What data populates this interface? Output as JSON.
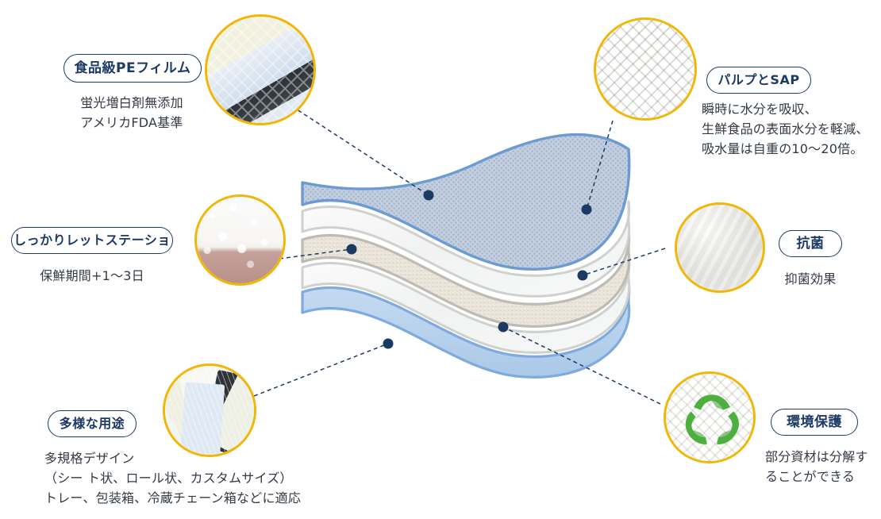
{
  "page": {
    "background": "#ffffff",
    "accent_pill_border": "#1d3a63",
    "accent_photo_ring": "#f2b705",
    "connector_color": "#1d3a63"
  },
  "features": [
    {
      "id": "food-grade-pe-film",
      "pill": "食品級PEフィルム",
      "description": "蛍光増白剤無添加\nアメリカFDA基準",
      "photo": "pe-film-photo"
    },
    {
      "id": "pulp-and-sap",
      "pill": "パルプとSAP",
      "description": "瞬時に水分を吸収、\n生鮮食品の表面水分を軽減、\n吸水量は自重の10〜20倍。",
      "photo": "pulp-sap-photo"
    },
    {
      "id": "freshness-retention",
      "pill": "しっかりレットステーショ",
      "description": "保鮮期間+1〜3日",
      "photo": "sap-crystal-photo"
    },
    {
      "id": "antibacterial",
      "pill": "抗菌",
      "description": "抑菌効果",
      "photo": "antibacterial-photo"
    },
    {
      "id": "versatile-uses",
      "pill": "多様な用途",
      "description": "多規格デザイン\n（シー ト状、ロール状、カスタムサイズ）\nトレー、包装箱、冷蔵チェーン箱などに適応",
      "photo": "pads-stack-photo"
    },
    {
      "id": "environmental-protection",
      "pill": "環境保護",
      "description": "部分資材は分解す\nることができる",
      "photo": "recycle-photo"
    }
  ],
  "diagram": {
    "name": "absorbent-pad-layer-stack",
    "layers": [
      {
        "name": "perforated-pe-film-top",
        "fill": "#c3cfdf",
        "edge": "#6b9bd2"
      },
      {
        "name": "nonwoven-white-upper",
        "fill": "#f4f5f5",
        "edge": "#c9cbca"
      },
      {
        "name": "pulp-sap-core",
        "fill": "#ece7dd",
        "edge": "#bdbdb8"
      },
      {
        "name": "nonwoven-white-lower",
        "fill": "#f4f5f5",
        "edge": "#c9cbca"
      },
      {
        "name": "pe-film-bottom",
        "fill": "#b9d2ec",
        "edge": "#7eaade"
      }
    ],
    "marker_dots": 5
  }
}
